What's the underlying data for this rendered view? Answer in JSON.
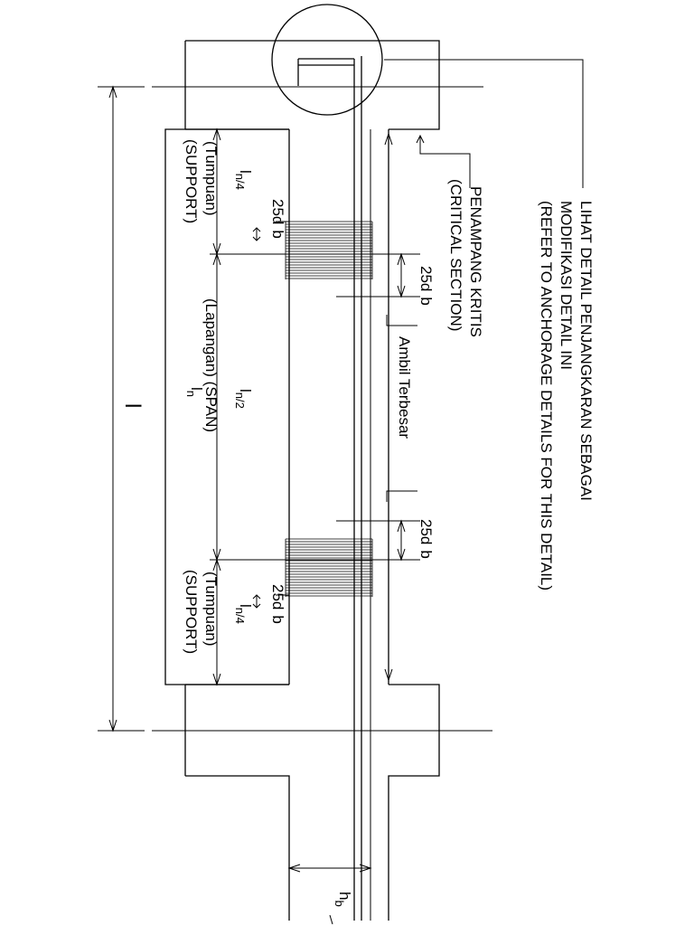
{
  "notes": {
    "anchorage_line1": "LIHAT DETAIL PENJANGKARAN SEBAGAI",
    "anchorage_line2": "MODIFIKASI DETAIL INI",
    "anchorage_line3": "(REFER TO ANCHORAGE DETAILS FOR THIS DETAIL)",
    "critical_line1": "PENAMPANG KRITIS",
    "critical_line2": "(CRITICAL SECTION)",
    "take_largest": "Ambil Terbesar"
  },
  "dimensions": {
    "length_l": "l",
    "ln_quarter": "l",
    "ln_quarter_sub": "n/4",
    "ln_half": "l",
    "ln_half_sub": "n/2",
    "ln": "l",
    "ln_sub": "n",
    "db": "25d",
    "db_sub": "b",
    "hb": "h",
    "hb_sub": "b"
  },
  "zones": {
    "support_id": "(Tumpuan)",
    "support_en": "(SUPPORT)",
    "span_label": "(Lapangan) (SPAN)"
  }
}
